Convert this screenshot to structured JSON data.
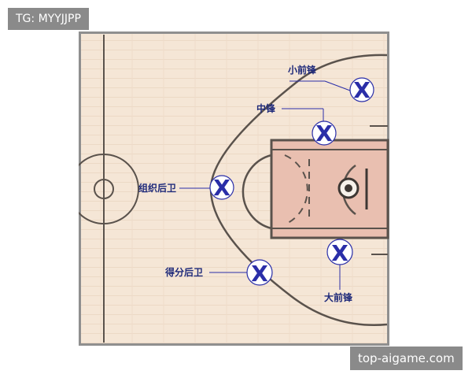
{
  "watermark_top": "TG: MYYJJPP",
  "watermark_bottom": "top-aigame.com",
  "colors": {
    "floor": "#f5e6d6",
    "paint": "#e9bfb0",
    "lines": "#5a524c",
    "player": "#2a2ea8",
    "label": "#1f2a7a"
  },
  "positions": [
    {
      "key": "small_forward",
      "label": "小前锋",
      "marker": "X"
    },
    {
      "key": "center",
      "label": "中锋",
      "marker": "X"
    },
    {
      "key": "point_guard",
      "label": "组织后卫",
      "marker": "X"
    },
    {
      "key": "shooting_guard",
      "label": "得分后卫",
      "marker": "X"
    },
    {
      "key": "power_forward",
      "label": "大前锋",
      "marker": "X"
    }
  ]
}
